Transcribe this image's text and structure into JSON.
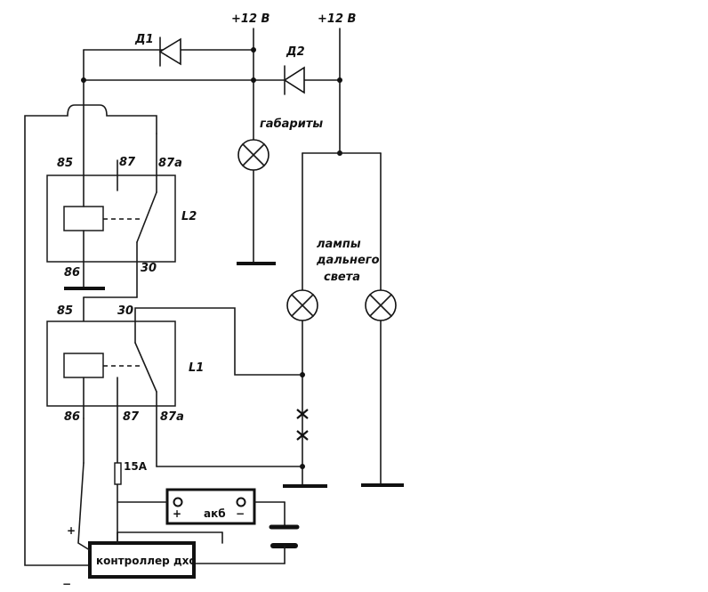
{
  "supplies": {
    "left": "+12 В",
    "right": "+12 В"
  },
  "diodes": {
    "d1": "Д1",
    "d2": "Д2"
  },
  "lamps": {
    "parking": "габариты",
    "high_beam_line1": "лампы",
    "high_beam_line2": "дальнего",
    "high_beam_line3": "света"
  },
  "relay_l2": {
    "name": "L2",
    "pin_85": "85",
    "pin_87": "87",
    "pin_87a": "87a",
    "pin_86": "86",
    "pin_30": "30"
  },
  "relay_l1": {
    "name": "L1",
    "pin_85": "85",
    "pin_30": "30",
    "pin_86": "86",
    "pin_87": "87",
    "pin_87a": "87a"
  },
  "fuse": "15А",
  "battery": {
    "label": "акб",
    "plus": "+",
    "minus": "−"
  },
  "controller": {
    "label": "контроллер дхо",
    "plus": "+",
    "minus": "−"
  }
}
